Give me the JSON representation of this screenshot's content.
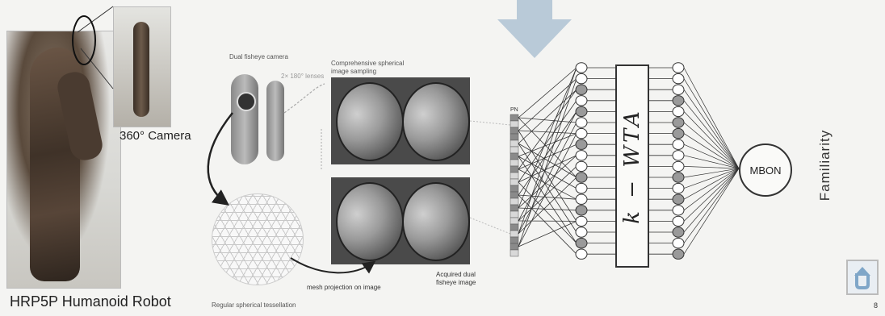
{
  "left_panel": {
    "camera_label": "360° Camera",
    "robot_label": "HRP5P Humanoid Robot"
  },
  "middle_panel": {
    "dual_fisheye_camera": "Dual fisheye camera",
    "lenses": "2× 180° lenses",
    "sampling_label_line1": "Comprehensive spherical",
    "sampling_label_line2": "image sampling",
    "regular_tessellation": "Regular spherical tessellation",
    "mesh_projection": "mesh projection on image",
    "acquired_line1": "Acquired dual",
    "acquired_line2": "fisheye image"
  },
  "network": {
    "pn_label": "PN",
    "wta_label": "k − WTA",
    "mbon_label": "MBON",
    "output_label": "Familiarity"
  },
  "page_number": "8",
  "icons": {
    "down_arrow": "down-arrow-icon",
    "return": "return-arrow-icon"
  },
  "colors": {
    "arrow": "#b9cad8",
    "node_filled": "#9a9a9a",
    "node_empty": "#ffffff",
    "pn_cell_dark": "#8a8a8a",
    "pn_cell_light": "#d8d8d8"
  }
}
